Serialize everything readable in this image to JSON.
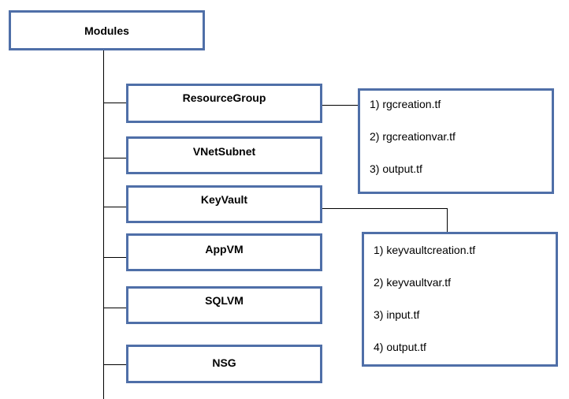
{
  "diagram": {
    "root": {
      "label": "Modules"
    },
    "modules": [
      {
        "label": "ResourceGroup"
      },
      {
        "label": "VNetSubnet"
      },
      {
        "label": "KeyVault"
      },
      {
        "label": "AppVM"
      },
      {
        "label": "SQLVM"
      },
      {
        "label": "NSG"
      }
    ],
    "resourcegroup_files": [
      "1) rgcreation.tf",
      "2) rgcreationvar.tf",
      "3) output.tf"
    ],
    "keyvault_files": [
      "1) keyvaultcreation.tf",
      "2) keyvaultvar.tf",
      "3) input.tf",
      "4) output.tf"
    ],
    "colors": {
      "box_border": "#4f6fa8",
      "connector": "#000000",
      "background": "#ffffff"
    }
  }
}
